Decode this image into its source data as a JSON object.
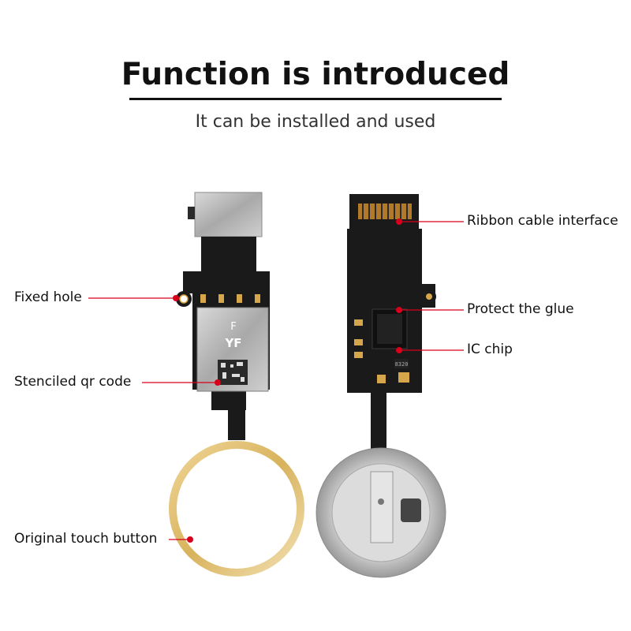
{
  "header": {
    "title": "Function is introduced",
    "subtitle": "It can be installed and used"
  },
  "callouts": {
    "fixed_hole": "Fixed hole",
    "stenciled_qr": "Stenciled qr code",
    "original_touch": "Original touch button",
    "ribbon_interface": "Ribbon cable interface",
    "protect_glue": "Protect the glue",
    "ic_chip": "IC chip"
  },
  "product_marks": {
    "logo_letters": "YF",
    "chip_code": "8320"
  },
  "colors": {
    "callout_line": "#d9001b",
    "flex_black": "#1a1a1a",
    "steel": "#b9b9b9",
    "gold_ring": "#e3c27a"
  }
}
